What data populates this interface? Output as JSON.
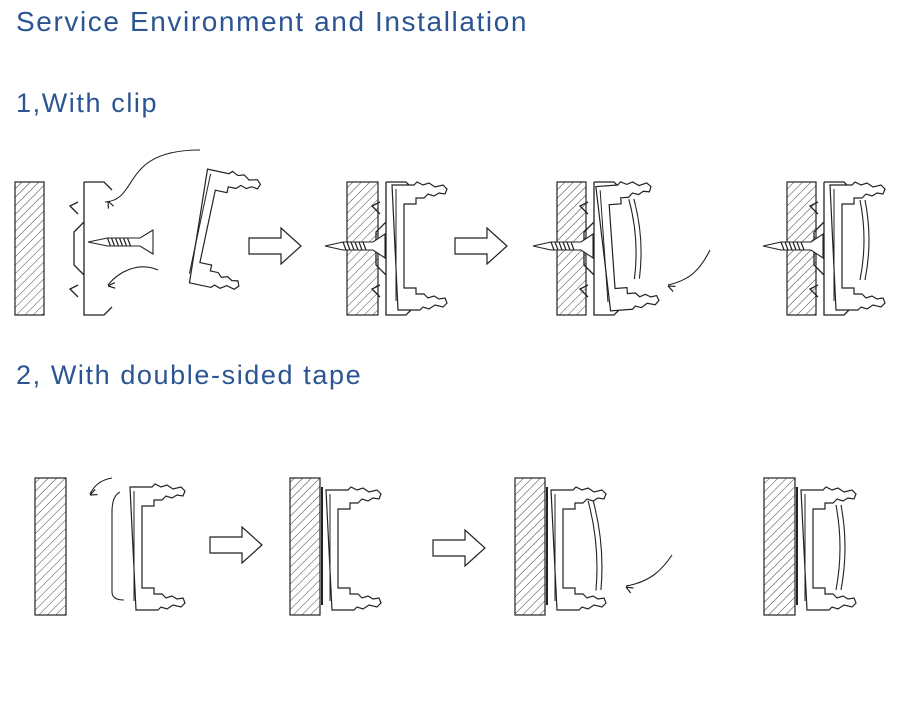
{
  "title": "Service Environment and Installation",
  "sections": [
    {
      "heading": "1,With clip",
      "steps": [
        "clip-and-screw-parts",
        "clip-screwed-to-wall",
        "profile-snapped-onto-clip",
        "installed-profile"
      ]
    },
    {
      "heading": "2, With double-sided tape",
      "steps": [
        "tape-peeled-profile",
        "profile-taped-to-wall",
        "diffuser-inserted",
        "installed-profile"
      ]
    }
  ],
  "colors": {
    "heading": "#2b5592",
    "line": "#222222"
  }
}
